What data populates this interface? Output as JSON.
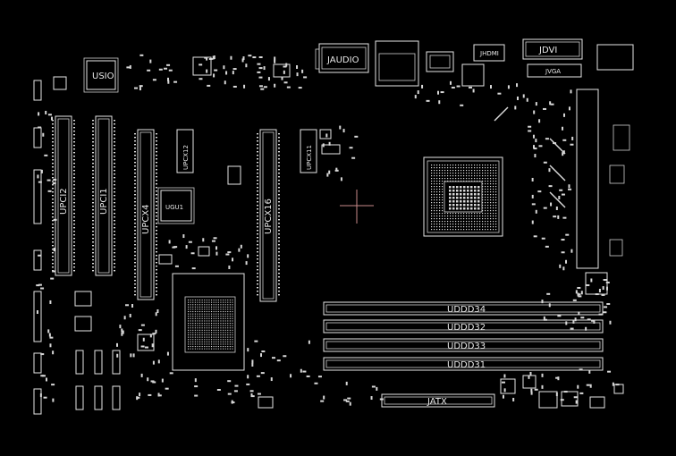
{
  "labels": {
    "usio": "USIO",
    "jaudio": "JAUDIO",
    "jhdmi": "JHDMI",
    "jdvi": "JDVI",
    "jvga": "JVGA",
    "upci2": "UPCI2",
    "upci1": "UPCI1",
    "upcx4": "UPCX4",
    "upcx12": "UPCX12",
    "ugu1": "UGU1",
    "upcx16": "UPCX16",
    "upcx11": "UPCX11",
    "uddd34": "UDDD34",
    "uddd32": "UDDD32",
    "uddd33": "UDDD33",
    "uddd31": "UDDD31",
    "jatx": "JATX"
  },
  "colors": {
    "background": "#000000",
    "outline": "#e6e6e6",
    "crosshair": "#c98a8a"
  }
}
